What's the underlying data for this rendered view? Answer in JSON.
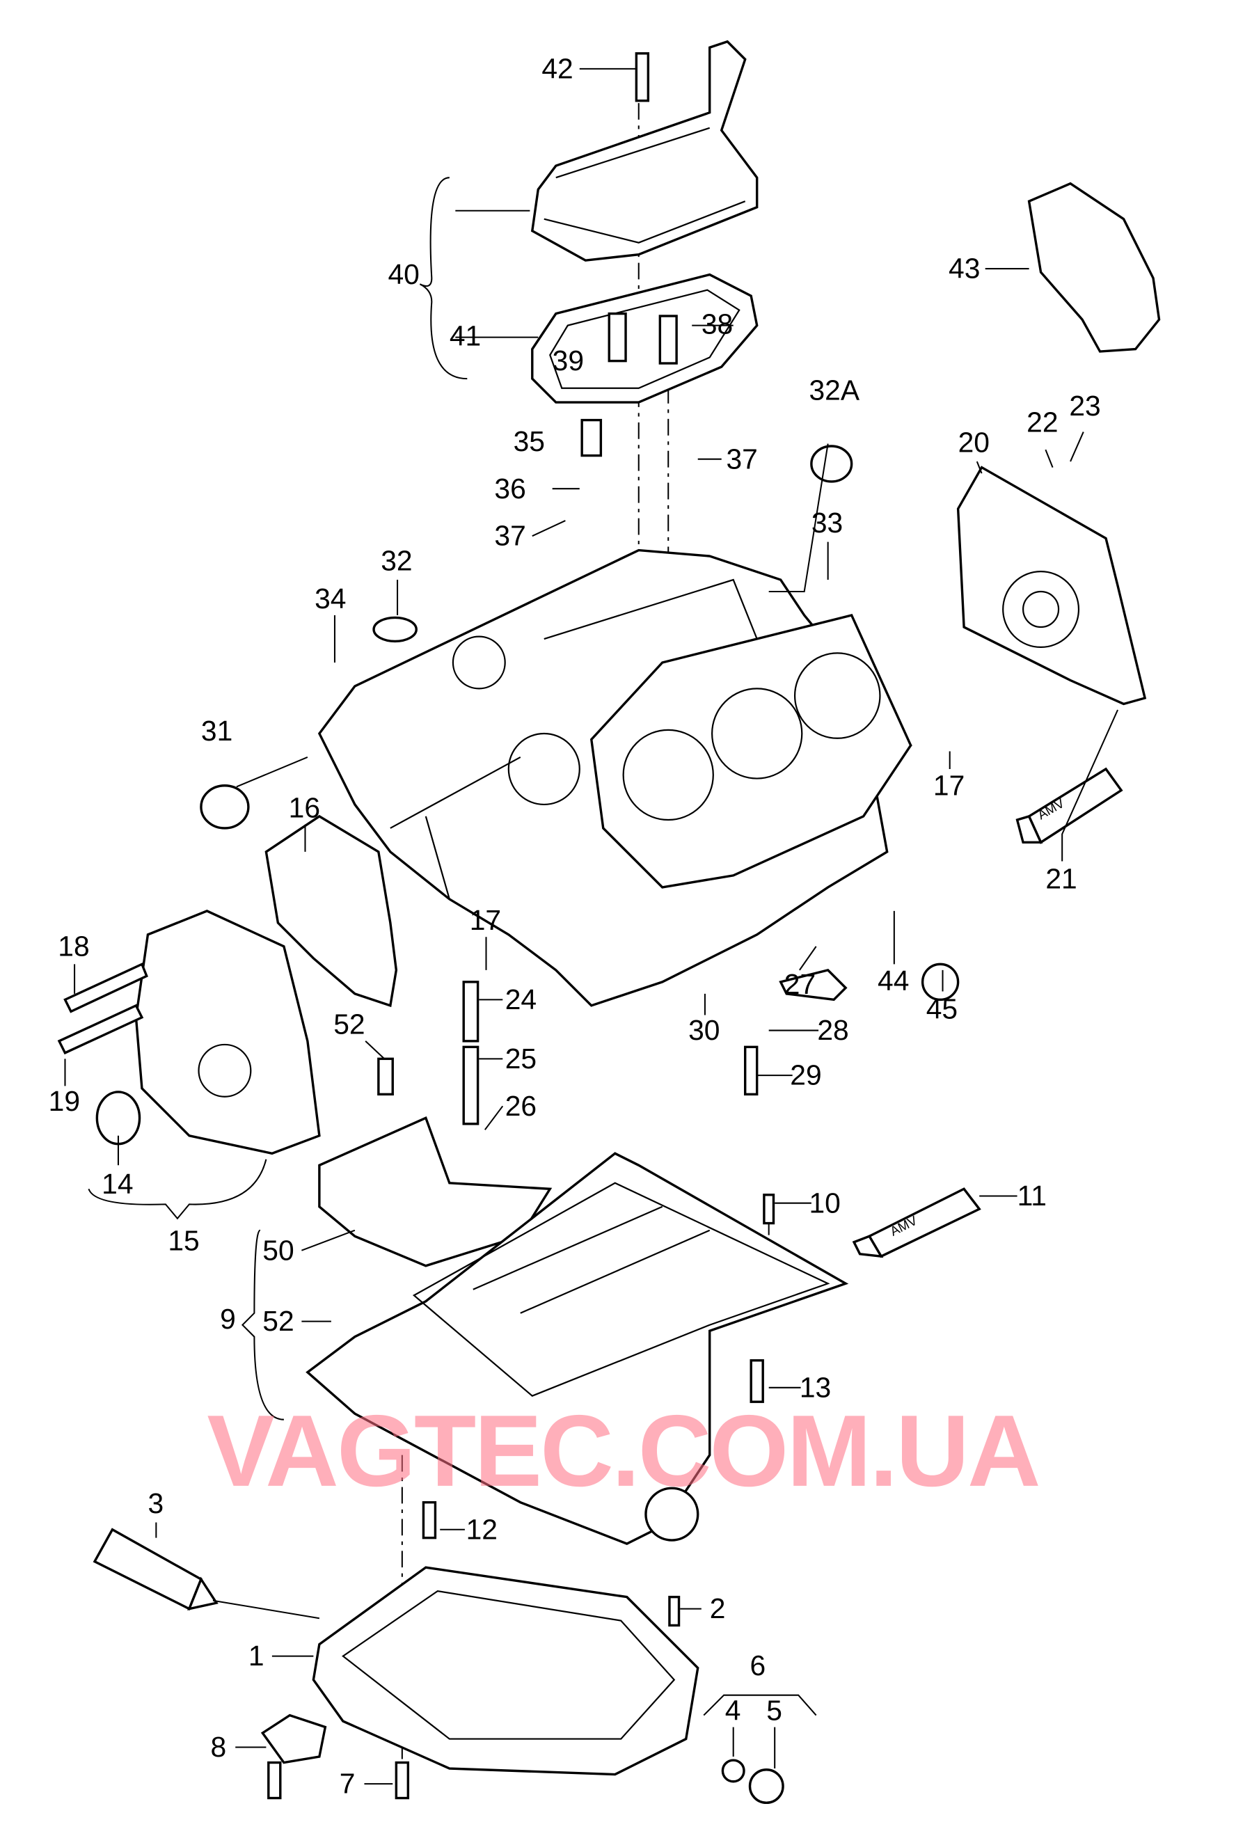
{
  "diagram": {
    "watermark": "VAGTEC.COM.UA",
    "tube_text": "AMV",
    "labels": {
      "p42": "42",
      "p40": "40",
      "p41": "41",
      "p39": "39",
      "p38": "38",
      "p43": "43",
      "p32A": "32A",
      "p35": "35",
      "p36": "36",
      "p37a": "37",
      "p37b": "37",
      "p22": "22",
      "p23": "23",
      "p20": "20",
      "p33": "33",
      "p34": "34",
      "p32": "32",
      "p31": "31",
      "p17a": "17",
      "p21": "21",
      "p16": "16",
      "p17b": "17",
      "p18": "18",
      "p24": "24",
      "p44": "44",
      "p27": "27",
      "p45": "45",
      "p30": "30",
      "p28": "28",
      "p19": "19",
      "p52a": "52",
      "p25": "25",
      "p29": "29",
      "p26": "26",
      "p14": "14",
      "p15": "15",
      "p10": "10",
      "p11": "11",
      "p50": "50",
      "p9": "9",
      "p52b": "52",
      "p13": "13",
      "p12": "12",
      "p3": "3",
      "p2": "2",
      "p6": "6",
      "p1": "1",
      "p4": "4",
      "p5": "5",
      "p8": "8",
      "p7": "7"
    }
  }
}
